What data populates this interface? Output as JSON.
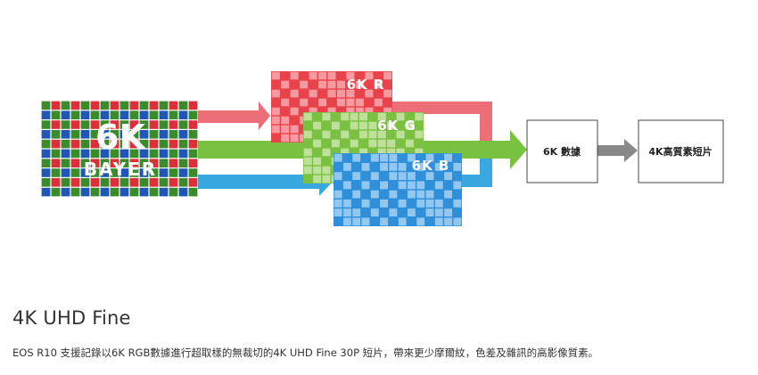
{
  "diagram": {
    "bayer_label_line1": "6K",
    "bayer_label_line2": "BAYER",
    "red_label": "6K R",
    "green_label": "6K G",
    "blue_label": "6K B",
    "data_box_label": "6K 數據",
    "output_box_label": "4K高質素短片",
    "colors": {
      "red": "#e8434b",
      "red_light": "#f59aa0",
      "green": "#7ac142",
      "green_light": "#bfe09a",
      "blue": "#2f8fd8",
      "blue_light": "#92c8f0",
      "dark_red": "#d9303a",
      "dark_green": "#3a8c2a",
      "dark_blue": "#1f57b8",
      "arrow_red": "#ec6f77",
      "arrow_green": "#79c241",
      "arrow_blue": "#39a8e0",
      "arrow_gray": "#888888"
    }
  },
  "title": "4K UHD Fine",
  "caption": "EOS R10 支援記錄以6K RGB數據進行超取樣的無裁切的4K UHD Fine 30P 短片，帶來更少摩爾紋，色差及雜訊的高影像質素。"
}
